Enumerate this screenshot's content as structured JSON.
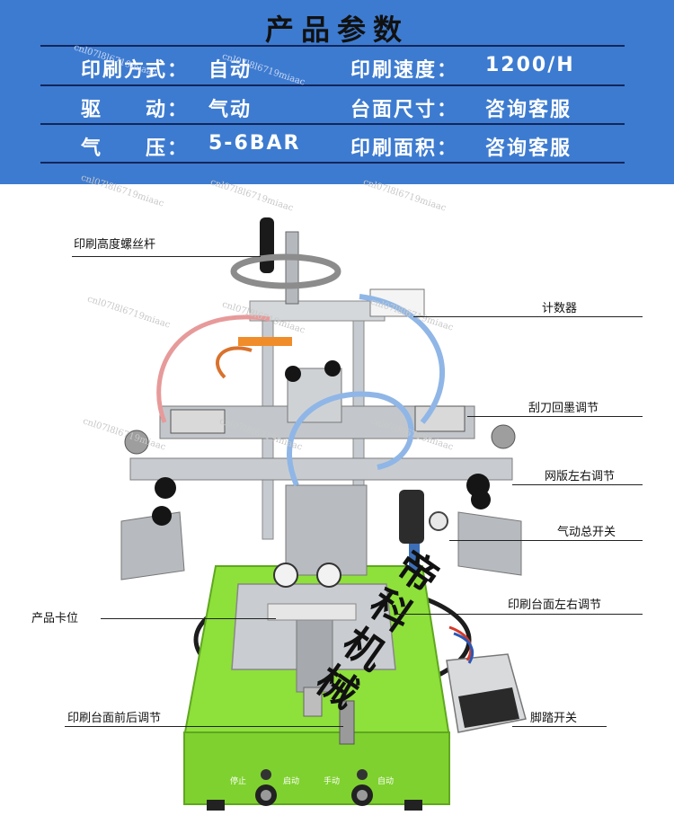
{
  "header": {
    "title": "产品参数",
    "specs": [
      {
        "key": "印刷方式：",
        "value": "自动"
      },
      {
        "key": "印刷速度：",
        "value": "1200/H"
      },
      {
        "key": "驱　　动：",
        "value": "气动"
      },
      {
        "key": "台面尺寸：",
        "value": "咨询客服"
      },
      {
        "key": "气　　压：",
        "value": "5-6BAR"
      },
      {
        "key": "印刷面积：",
        "value": "咨询客服"
      }
    ]
  },
  "watermark": "cnl07l8l6719miaac",
  "callouts": {
    "screw_rod": "印刷高度螺丝杆",
    "counter": "计数器",
    "squeegee": "刮刀回墨调节",
    "screen_lr": "网版左右调节",
    "air_switch": "气动总开关",
    "product_position": "产品卡位",
    "table_lr": "印刷台面左右调节",
    "table_fb": "印刷台面前后调节",
    "foot_switch": "脚踏开关"
  },
  "brand": [
    "帝",
    "科",
    "机",
    "械"
  ],
  "panel": {
    "stop": "停止",
    "start": "启动",
    "manual": "手动",
    "auto": "自动"
  },
  "colors": {
    "header_bg": "#3d7bd0",
    "machine_base": "#8ee03a",
    "frame_metal": "#b9bec4",
    "hose": "#8fb6e6"
  }
}
